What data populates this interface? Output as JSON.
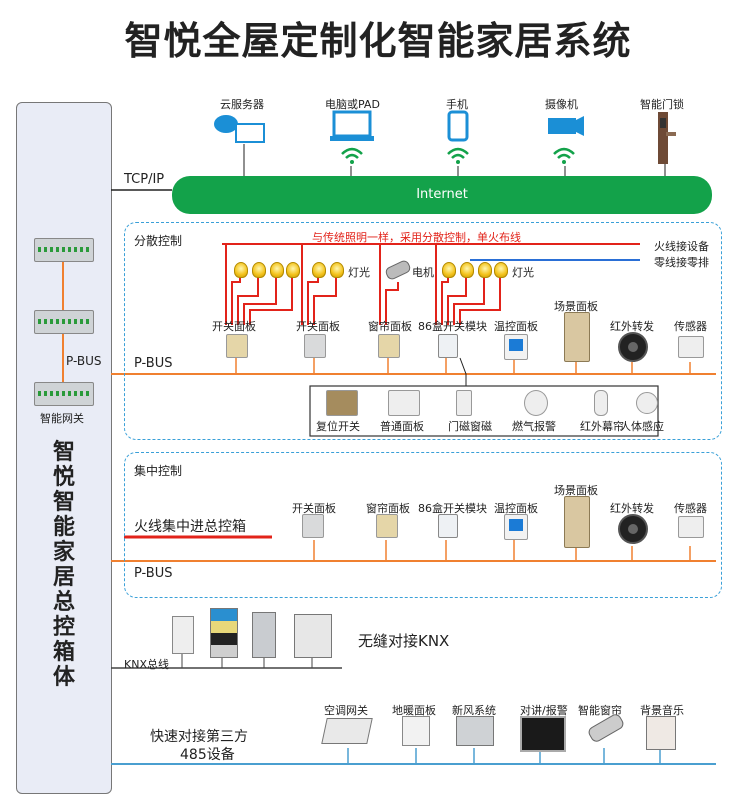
{
  "title": "智悦全屋定制化智能家居系统",
  "column": {
    "vertical_label": "智悦智能家居总控箱体",
    "gateway_label": "智能网关",
    "pbus_label": "P-BUS"
  },
  "top_devices": [
    {
      "label": "云服务器",
      "icon": "cloud-server-icon"
    },
    {
      "label": "电脑或PAD",
      "icon": "laptop-icon"
    },
    {
      "label": "手机",
      "icon": "phone-icon"
    },
    {
      "label": "摄像机",
      "icon": "camera-icon"
    },
    {
      "label": "智能门锁",
      "icon": "door-lock-icon"
    }
  ],
  "tcpip_label": "TCP/IP",
  "internet_label": "Internet",
  "distributed": {
    "title": "分散控制",
    "note": "与传统照明一样，采用分散控制，单火布线",
    "live_wire": "火线接设备",
    "neutral_wire": "零线接零排",
    "light_label_1": "灯光",
    "motor_label": "电机",
    "light_label_2": "灯光",
    "devices": [
      "开关面板",
      "开关面板",
      "窗帘面板",
      "86盒开关模块",
      "温控面板",
      "场景面板",
      "红外转发",
      "传感器"
    ],
    "bus_label": "P-BUS",
    "sub_devices": [
      "复位开关",
      "普通面板",
      "门磁窗磁",
      "燃气报警",
      "红外幕帘",
      "人体感应"
    ]
  },
  "centralized": {
    "title": "集中控制",
    "live_note": "火线集中进总控箱",
    "devices": [
      "开关面板",
      "窗帘面板",
      "86盒开关模块",
      "温控面板",
      "场景面板",
      "红外转发",
      "传感器"
    ],
    "bus_label": "P-BUS"
  },
  "knx": {
    "bus_label": "KNX总线",
    "label": "无缝对接KNX"
  },
  "rs485": {
    "label_line1": "快速对接第三方",
    "label_line2": "485设备",
    "devices": [
      "空调网关",
      "地暖面板",
      "新风系统",
      "对讲/报警",
      "智能窗帘",
      "背景音乐"
    ]
  },
  "colors": {
    "internet": "#13a24a",
    "bus": "#f08030",
    "live": "#e2231a",
    "neutral": "#2a6fd6",
    "dashed": "#3aa0d8",
    "rs485": "#4a9fd0"
  }
}
